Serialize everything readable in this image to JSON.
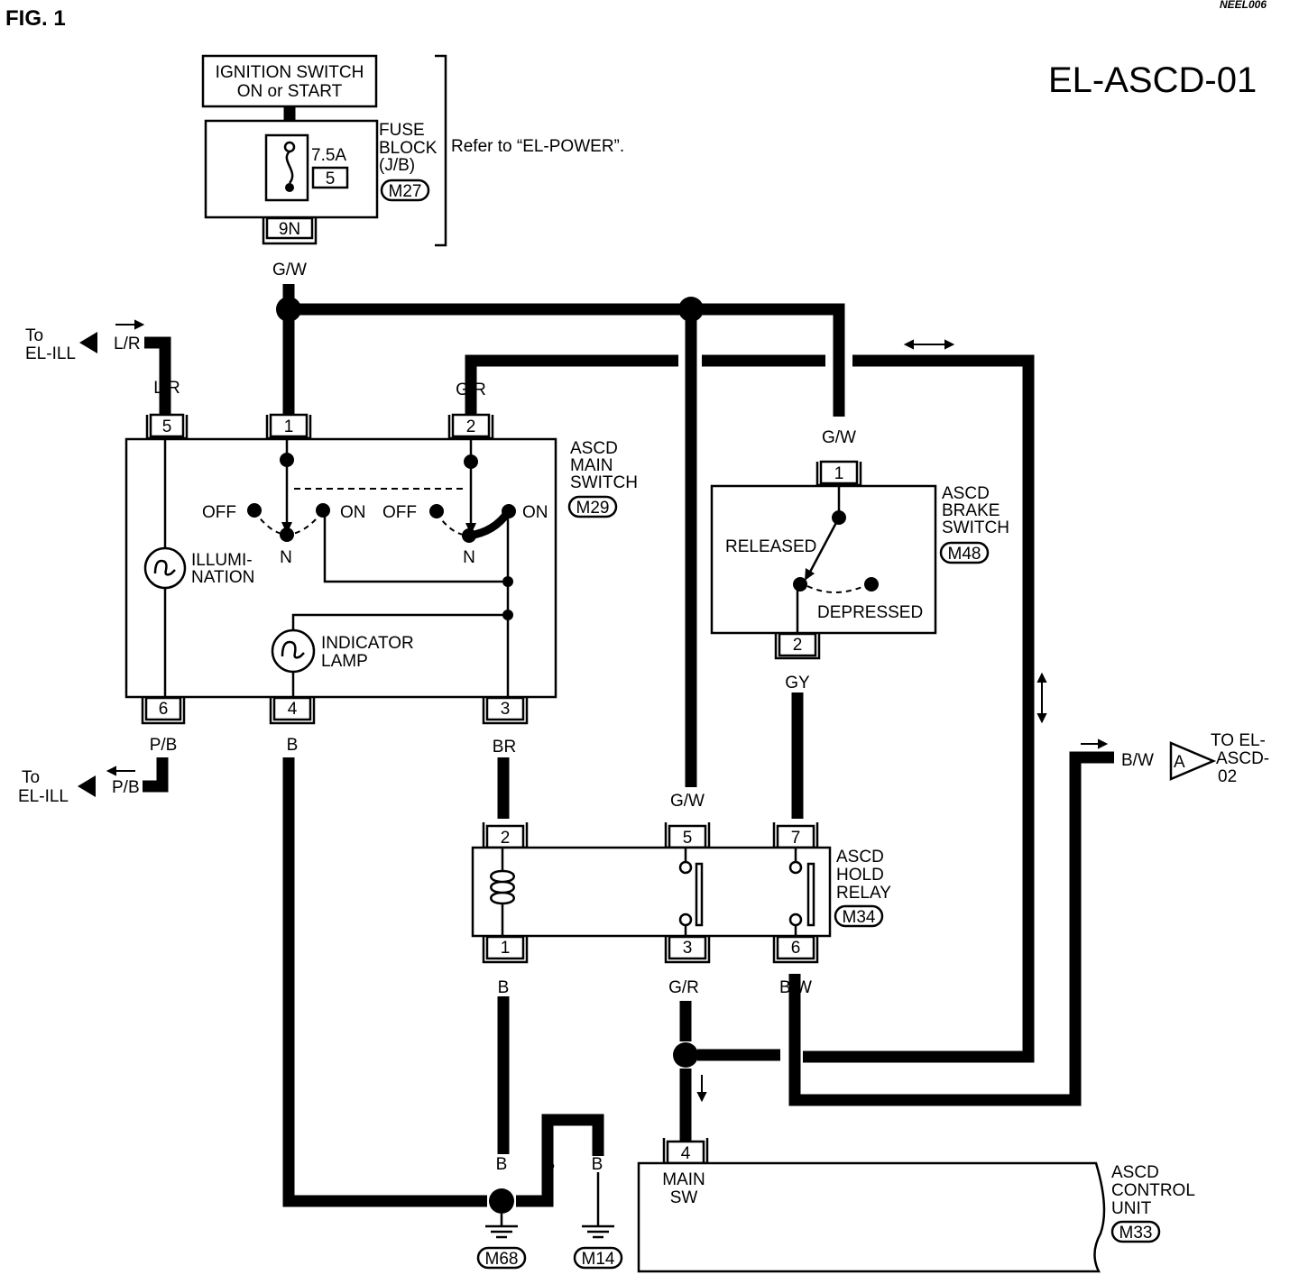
{
  "figure_label": "FIG. 1",
  "corner_code": "NEEL006",
  "diagram_id": "EL-ASCD-01",
  "ignition": {
    "line1": "IGNITION SWITCH",
    "line2": "ON or START"
  },
  "fuse_block": {
    "line1": "FUSE",
    "line2": "BLOCK",
    "line3": "(J/B)",
    "rating": "7.5A",
    "fuse_no": "5",
    "connector": "M27",
    "terminal": "9N",
    "refer": "Refer to “EL-POWER”."
  },
  "main_switch": {
    "name_line1": "ASCD",
    "name_line2": "MAIN",
    "name_line3": "SWITCH",
    "connector": "M29",
    "terminals": [
      "5",
      "1",
      "2",
      "6",
      "4",
      "3"
    ],
    "off": "OFF",
    "on": "ON",
    "neutral": "N",
    "illum_line1": "ILLUMI-",
    "illum_line2": "NATION",
    "lamp_line1": "INDICATOR",
    "lamp_line2": "LAMP"
  },
  "brake_switch": {
    "name_line1": "ASCD",
    "name_line2": "BRAKE",
    "name_line3": "SWITCH",
    "connector": "M48",
    "terminals": [
      "1",
      "2"
    ],
    "released": "RELEASED",
    "depressed": "DEPRESSED"
  },
  "hold_relay": {
    "name_line1": "ASCD",
    "name_line2": "HOLD",
    "name_line3": "RELAY",
    "connector": "M34",
    "terminals": [
      "2",
      "5",
      "7",
      "1",
      "3",
      "6"
    ]
  },
  "control_unit": {
    "name_line1": "ASCD",
    "name_line2": "CONTROL",
    "name_line3": "UNIT",
    "connector": "M33",
    "terminal": "4",
    "pin_line1": "MAIN",
    "pin_line2": "SW"
  },
  "wires": {
    "gw": "G/W",
    "lr": "L/R",
    "gr": "G/R",
    "pb": "P/B",
    "b": "B",
    "br": "BR",
    "gy": "GY",
    "bw": "B/W"
  },
  "refs": {
    "to": "To",
    "el_ill": "EL-ILL",
    "to_el": "TO EL-",
    "ascd": "ASCD-",
    "page": "02",
    "connector_a": "A"
  },
  "grounds": [
    "M68",
    "M14"
  ]
}
